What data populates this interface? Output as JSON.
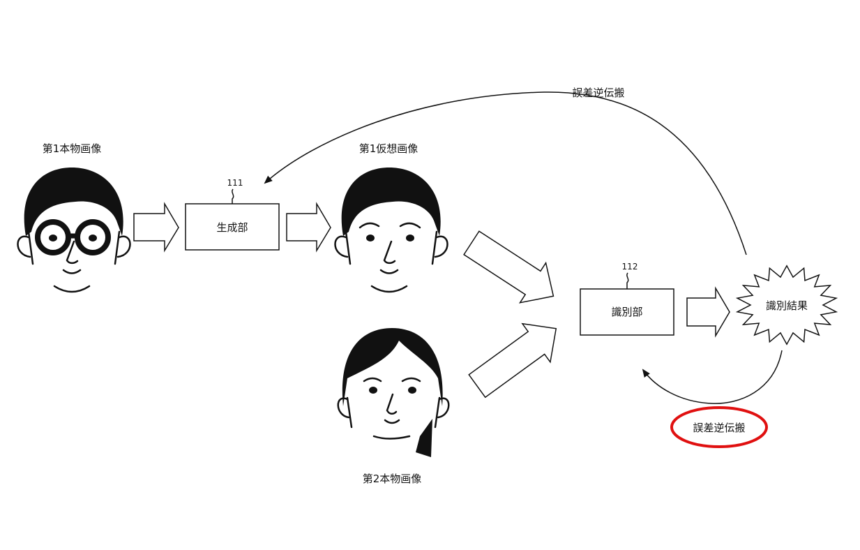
{
  "labels": {
    "first_real_image": "第1本物画像",
    "first_virtual_image": "第1仮想画像",
    "second_real_image": "第2本物画像",
    "backprop_top": "誤差逆伝搬",
    "backprop_bottom": "誤差逆伝搬"
  },
  "generator": {
    "ref": "111",
    "label": "生成部"
  },
  "discriminator": {
    "ref": "112",
    "label": "識別部"
  },
  "result": {
    "label": "識別結果"
  },
  "colors": {
    "highlight": "#e01010",
    "line": "#111111"
  }
}
